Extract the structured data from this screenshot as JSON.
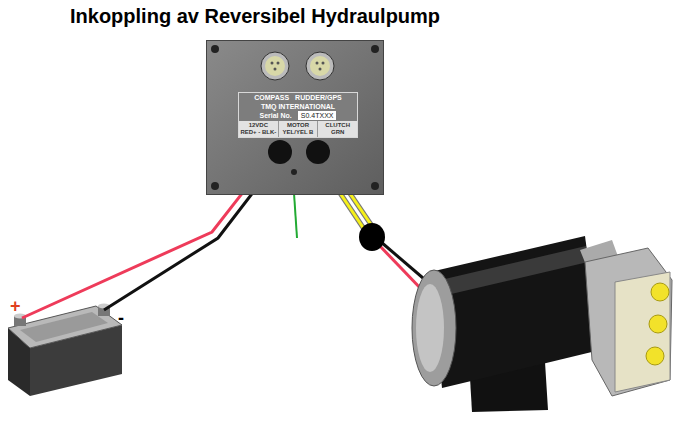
{
  "diagram": {
    "title": "Inkoppling av Reversibel Hydraulpump",
    "nodes": [
      {
        "text": [
          "COMPASS",
          "RUDDER/GPS",
          "TMQ INTERNATIONAL",
          "Serial No.",
          "S0.4TXXX",
          "12VDC RED+ - BLK-",
          "MOTOR YEL/YEL B",
          "CLUTCH GRN"
        ]
      }
    ],
    "labels": [
      "+",
      "-"
    ]
  }
}
